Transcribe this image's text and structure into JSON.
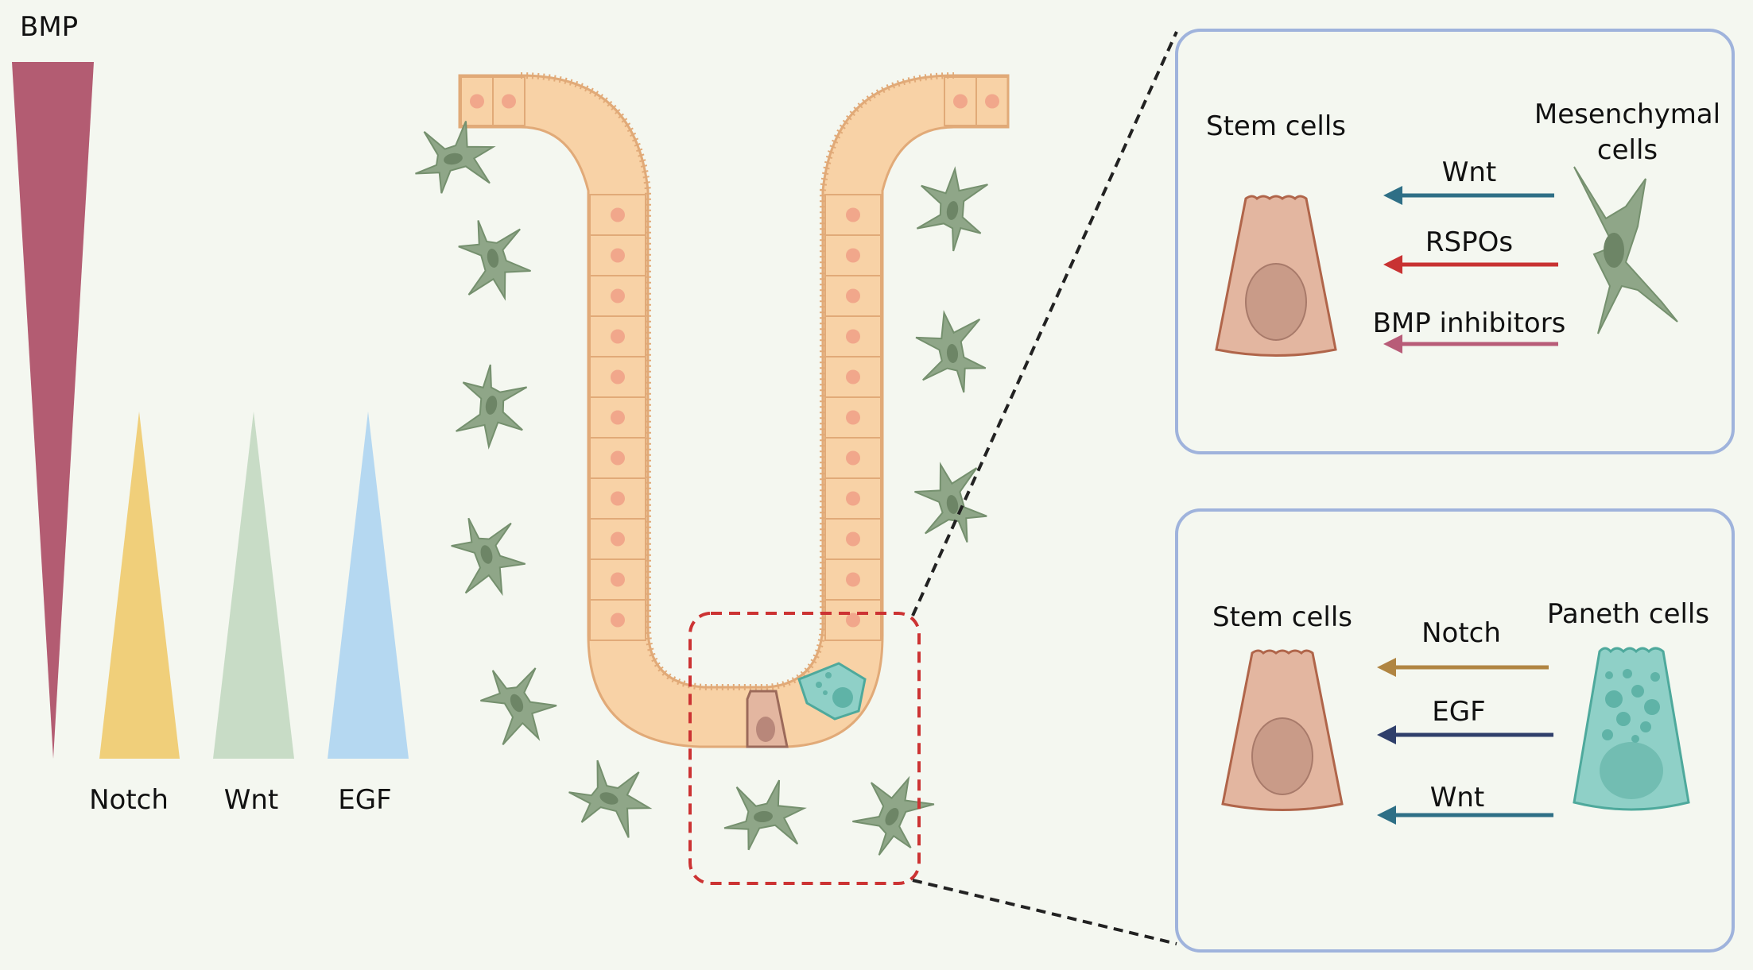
{
  "gradient_legend": {
    "bmp": {
      "label": "BMP",
      "color": "#b35c72"
    },
    "notch": {
      "label": "Notch",
      "color": "#f0cf7a"
    },
    "wnt": {
      "label": "Wnt",
      "color": "#c8dcc6"
    },
    "egf": {
      "label": "EGF",
      "color": "#b5d8f1"
    }
  },
  "colors": {
    "epithelium": "#f8d2a6",
    "epithelium_border": "#e1aa78",
    "nucleus": "#f1a78b",
    "mesenchymal_cell": "#8fa688",
    "stem_cell": "#e3b6a0",
    "paneth_cell": "#8fd0c7",
    "zoom_box": "#cc3333"
  },
  "panel_top": {
    "left_title": "Stem cells",
    "right_title_line1": "Mesenchymal",
    "right_title_line2": "cells",
    "signals": [
      {
        "label": "Wnt",
        "color": "#2e6f86"
      },
      {
        "label": "RSPOs",
        "color": "#c83232"
      },
      {
        "label": "BMP inhibitors",
        "color": "#b85c78"
      }
    ]
  },
  "panel_bottom": {
    "left_title": "Stem cells",
    "right_title": "Paneth cells",
    "signals": [
      {
        "label": "Notch",
        "color": "#b08542"
      },
      {
        "label": "EGF",
        "color": "#2f3f6b"
      },
      {
        "label": "Wnt",
        "color": "#2e6f86"
      }
    ]
  }
}
